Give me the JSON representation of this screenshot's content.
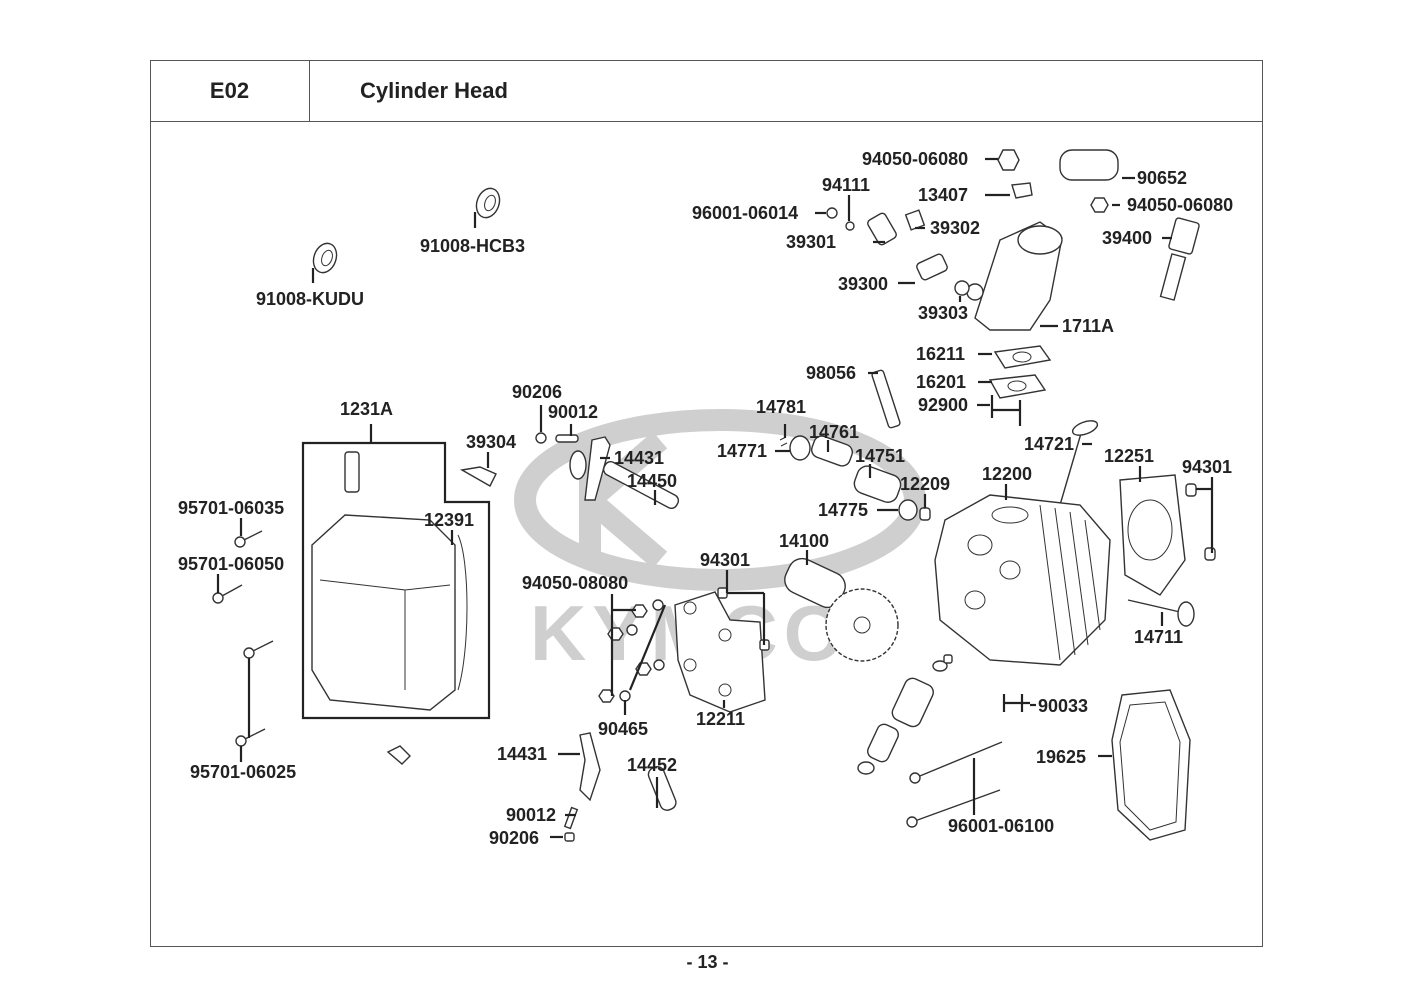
{
  "header": {
    "code": "E02",
    "title": "Cylinder Head"
  },
  "watermark": {
    "brand": "KYMCO"
  },
  "footer": {
    "page": "- 13 -"
  },
  "parts": {
    "p94050_06080_a": "94050-06080",
    "p90652": "90652",
    "p94050_06080_b": "94050-06080",
    "p94111": "94111",
    "p13407": "13407",
    "p96001_06014": "96001-06014",
    "p39302": "39302",
    "p39301": "39301",
    "p39400": "39400",
    "p39300": "39300",
    "p39303": "39303",
    "p1711A": "1711A",
    "p91008_HCB3": "91008-HCB3",
    "p91008_KUDU": "91008-KUDU",
    "p16211": "16211",
    "p16201": "16201",
    "p98056": "98056",
    "p92900": "92900",
    "p90206_a": "90206",
    "p90012_a": "90012",
    "p1231A": "1231A",
    "p14781": "14781",
    "p39304": "39304",
    "p14761": "14761",
    "p14771": "14771",
    "p14431_a": "14431",
    "p14721": "14721",
    "p14751": "14751",
    "p12251": "12251",
    "p14450": "14450",
    "p12200": "12200",
    "p94301_a": "94301",
    "p12209": "12209",
    "p14775": "14775",
    "p95701_06035": "95701-06035",
    "p12391": "12391",
    "p14100": "14100",
    "p94301_b": "94301",
    "p95701_06050": "95701-06050",
    "p94050_08080": "94050-08080",
    "p14711": "14711",
    "p90465": "90465",
    "p12211": "12211",
    "p90033": "90033",
    "p14431_b": "14431",
    "p19625": "19625",
    "p14452": "14452",
    "p95701_06025": "95701-06025",
    "p90012_b": "90012",
    "p90206_b": "90206",
    "p96001_06100": "96001-06100"
  }
}
